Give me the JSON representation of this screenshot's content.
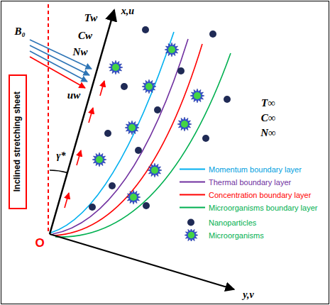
{
  "diagram": {
    "nodes": [
      {
        "text": [
          "Inclined stretching sheet"
        ]
      }
    ],
    "labels": [
      "x,u",
      "Tw",
      "Cw",
      "Nw",
      "B₀",
      "uw",
      "γ*",
      "O",
      "T∞",
      "C∞",
      "N∞",
      "y,v"
    ],
    "legend": [
      {
        "text": "Momentum boundary layer"
      },
      {
        "text": "Thermal boundary layer"
      },
      {
        "text": "Concentration boundary layer"
      },
      {
        "text": "Microorganisms boundary layer"
      },
      {
        "text": "Nanoparticles"
      },
      {
        "text": "Microorganisms"
      }
    ]
  }
}
